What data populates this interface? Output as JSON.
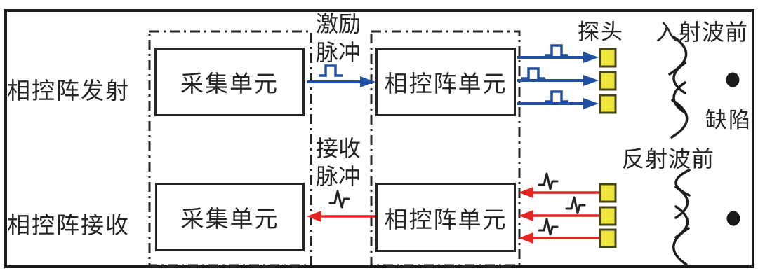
{
  "colors": {
    "excite_blue": "#2150a2",
    "receive_red": "#e32421",
    "element_fill": "#efe53d",
    "element_stroke": "#45451c",
    "ink": "#242424"
  },
  "rows": {
    "transmit_label": "相控阵发射",
    "receive_label": "相控阵接收"
  },
  "boxes": {
    "acquisition_tx": "采集单元",
    "phased_array_tx": "相控阵单元",
    "acquisition_rx": "采集单元",
    "phased_array_rx": "相控阵单元"
  },
  "annotations": {
    "excite_pulse": [
      "激励",
      "脉冲"
    ],
    "receive_pulse": [
      "接收",
      "脉冲"
    ],
    "probe": "探头",
    "incident_wavefront": "入射波前",
    "defect": "缺陷",
    "reflected_wavefront": "反射波前"
  }
}
